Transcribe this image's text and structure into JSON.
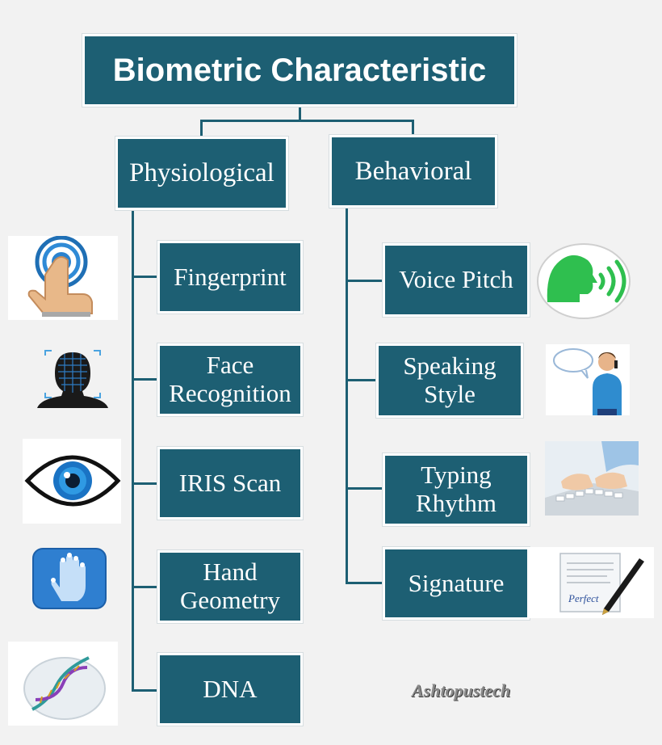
{
  "title": "Biometric Characteristic",
  "categories": {
    "physiological": "Physiological",
    "behavioral": "Behavioral"
  },
  "physiological_items": [
    "Fingerprint",
    "Face Recognition",
    "IRIS Scan",
    "Hand Geometry",
    "DNA"
  ],
  "behavioral_items": [
    "Voice Pitch",
    "Speaking Style",
    "Typing Rhythm",
    "Signature"
  ],
  "watermark": "Ashtopustech",
  "signature_image_text": "Perfect",
  "colors": {
    "box": "#1d5f73",
    "background": "#f2f2f2",
    "text": "#ffffff"
  },
  "icons": {
    "physiological": [
      "fingerprint-touch-icon",
      "face-scan-icon",
      "eye-icon",
      "hand-scan-icon",
      "dna-icon"
    ],
    "behavioral": [
      "voice-icon",
      "phone-talking-person-icon",
      "typing-hands-icon",
      "signature-document-icon"
    ]
  }
}
